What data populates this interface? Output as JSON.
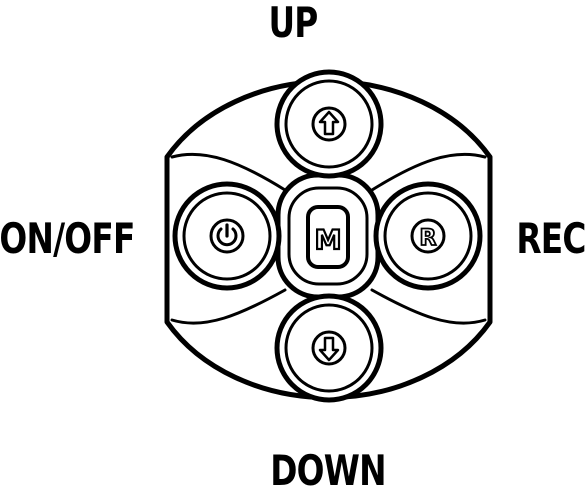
{
  "labels": {
    "up": "UP",
    "down": "DOWN",
    "on_off": "ON/OFF",
    "rec": "REC"
  },
  "buttons": {
    "up_icon": "arrow-up-icon",
    "down_icon": "arrow-down-icon",
    "power_icon": "power-icon",
    "menu_glyph": "M",
    "record_glyph": "R"
  },
  "colors": {
    "ink": "#000000",
    "fill": "#ffffff"
  }
}
